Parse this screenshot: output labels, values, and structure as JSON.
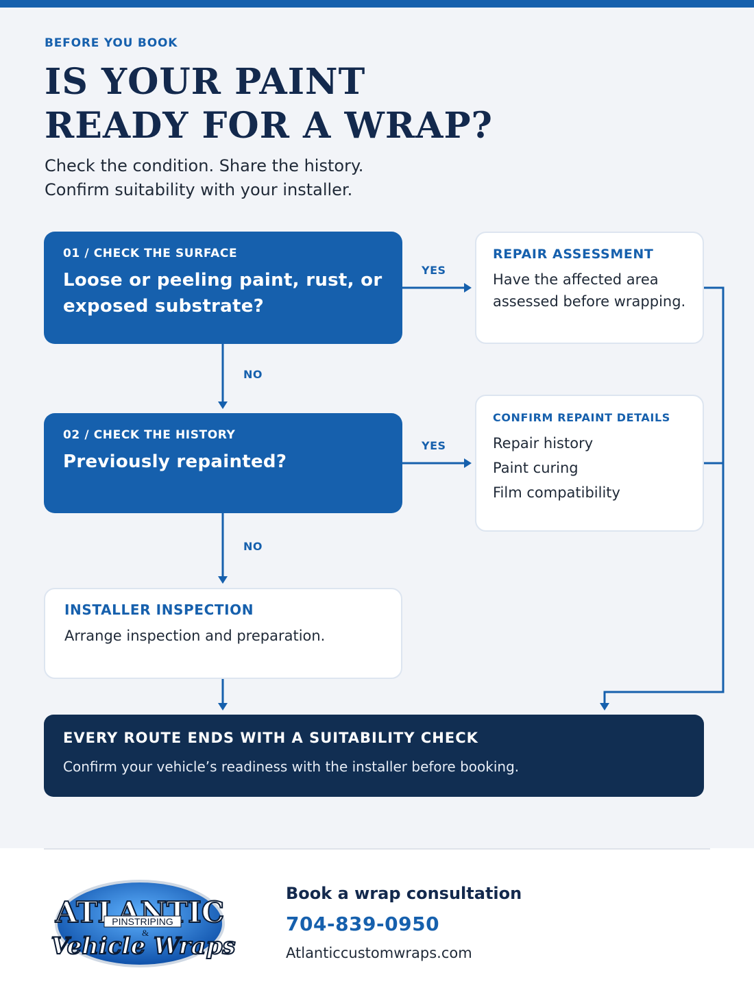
{
  "header": {
    "eyebrow": "BEFORE YOU BOOK",
    "title_line1": "IS YOUR PAINT",
    "title_line2": "READY FOR A WRAP?",
    "subtitle_line1": "Check the condition. Share the history.",
    "subtitle_line2": "Confirm suitability with your installer."
  },
  "flow": {
    "step1": {
      "step": "01  /  CHECK THE SURFACE",
      "question": "Loose or peeling paint, rust, or exposed substrate?"
    },
    "step2": {
      "step": "02  /  CHECK THE HISTORY",
      "question": "Previously repainted?"
    },
    "repair": {
      "title": "REPAIR ASSESSMENT",
      "text": "Have the affected area assessed before wrapping."
    },
    "repaint": {
      "title": "CONFIRM REPAINT DETAILS",
      "items": [
        "Repair history",
        "Paint curing",
        "Film compatibility"
      ]
    },
    "inspection": {
      "title": "INSTALLER INSPECTION",
      "text": "Arrange inspection and preparation."
    },
    "labels": {
      "yes1": "YES",
      "no1": "NO",
      "yes2": "YES",
      "no2": "NO"
    },
    "final": {
      "title": "EVERY ROUTE ENDS WITH A SUITABILITY CHECK",
      "text": "Confirm your vehicle’s readiness with the installer before booking."
    }
  },
  "footer": {
    "logo": {
      "word1": "ATLANTIC",
      "word2": "PINSTRIPING",
      "amp": "&",
      "word3": "Vehicle Wraps"
    },
    "cta_title": "Book a wrap consultation",
    "phone": "704-839-0950",
    "website": "Atlanticcustomwraps.com"
  },
  "colors": {
    "primary": "#1660ad",
    "navy": "#112e52",
    "background": "#f2f4f8"
  }
}
